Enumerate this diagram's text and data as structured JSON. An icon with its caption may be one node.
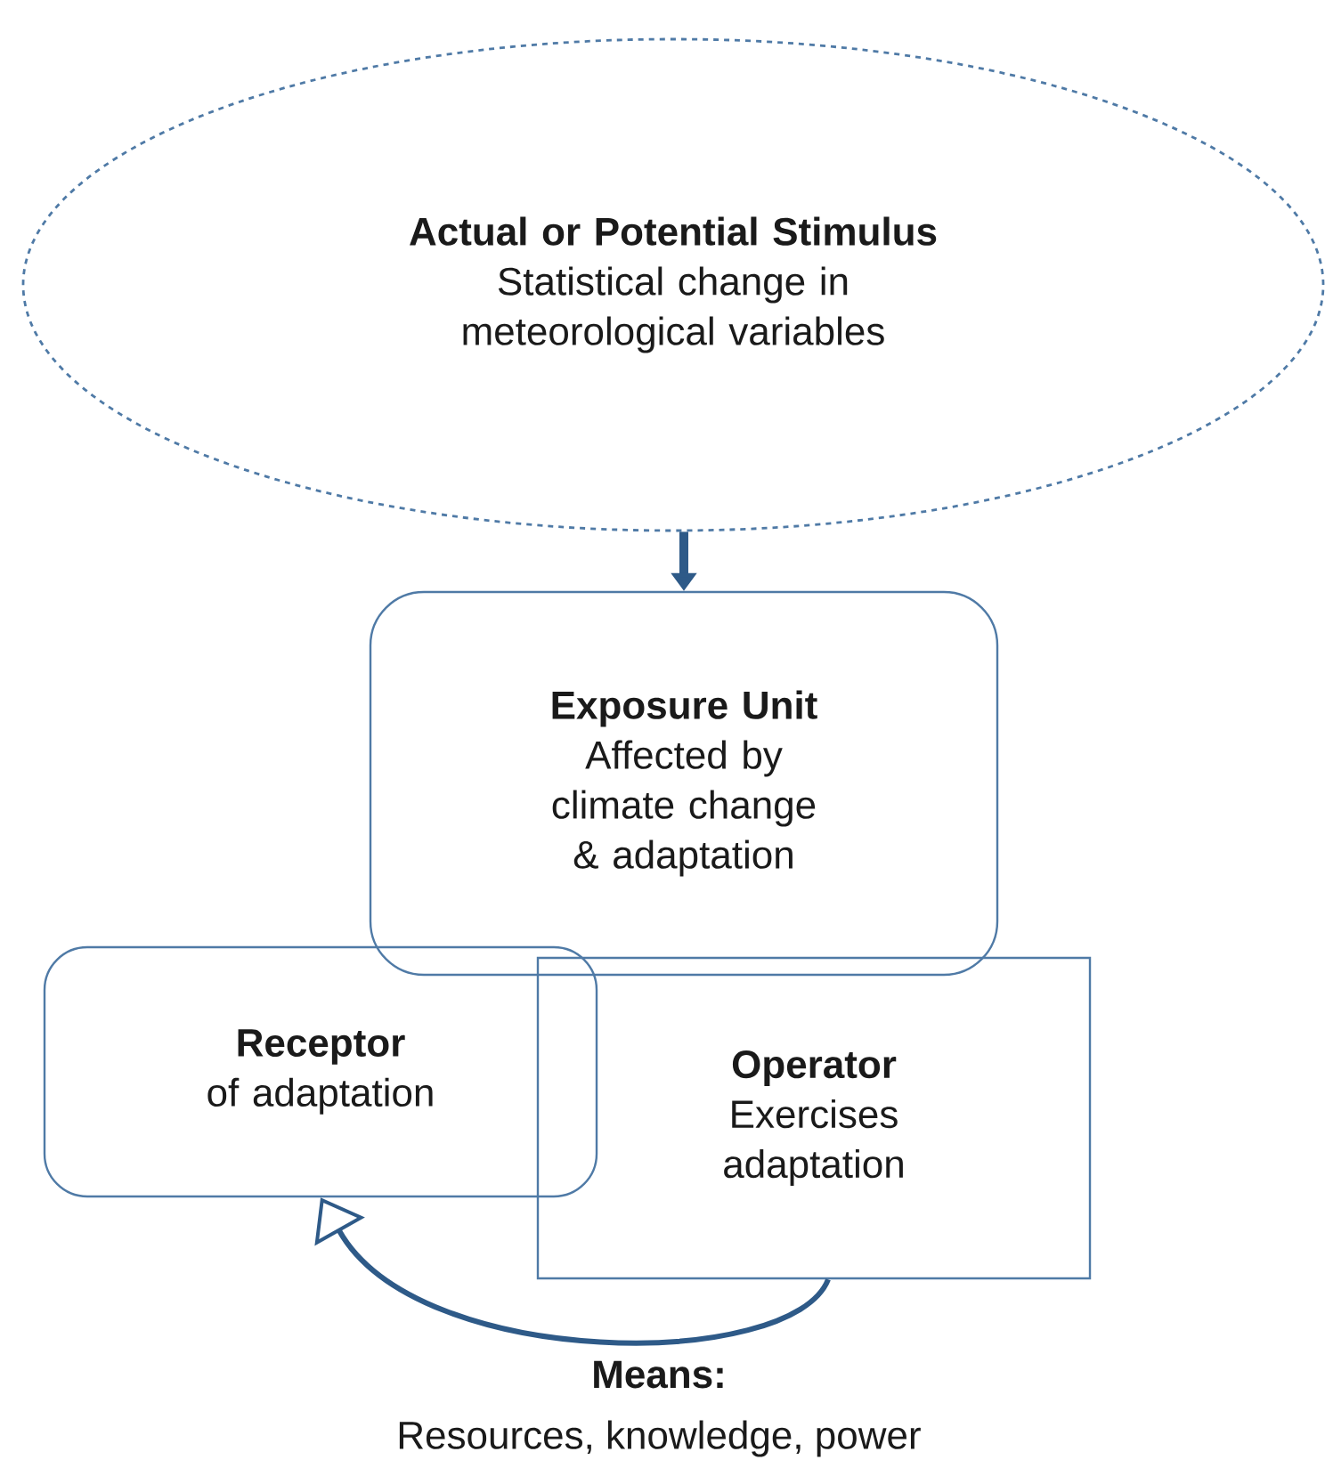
{
  "diagram": {
    "nodes": [
      {
        "text": [
          "Actual or Potential Stimulus",
          "Statistical change in meteorological variables"
        ]
      },
      {
        "text": [
          "Exposure Unit",
          "Affected by climate change & adaptation"
        ]
      },
      {
        "text": [
          "Receptor",
          "of adaptation"
        ]
      },
      {
        "text": [
          "Operator",
          "Exercises adaptation"
        ]
      }
    ],
    "edges": [
      {
        "from": 0,
        "to": 1,
        "arrow": "to"
      },
      {
        "from": 3,
        "to": 2,
        "arrow": "to",
        "label": "Means:"
      }
    ],
    "labels": [
      "Resources, knowledge, power"
    ]
  }
}
